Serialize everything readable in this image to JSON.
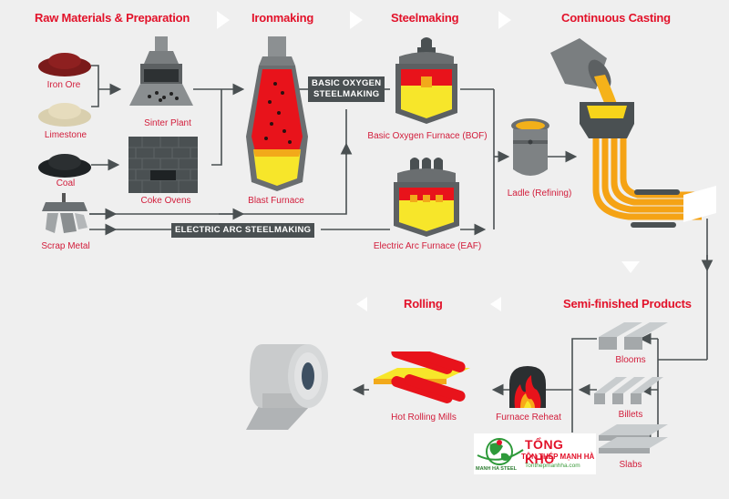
{
  "stages": {
    "raw_materials": "Raw Materials & Preparation",
    "ironmaking": "Ironmaking",
    "steelmaking": "Steelmaking",
    "continuous_casting": "Continuous Casting",
    "semi_finished": "Semi-finished Products",
    "rolling": "Rolling"
  },
  "nodes": {
    "iron_ore": "Iron Ore",
    "limestone": "Limestone",
    "coal": "Coal",
    "scrap_metal": "Scrap Metal",
    "sinter_plant": "Sinter Plant",
    "coke_ovens": "Coke Ovens",
    "blast_furnace": "Blast Furnace",
    "bof": "Basic Oxygen Furnace (BOF)",
    "eaf": "Electric Arc Furnace (EAF)",
    "ladle": "Ladle (Refining)",
    "blooms": "Blooms",
    "billets": "Billets",
    "slabs": "Slabs",
    "furnace_reheat": "Furnace Reheat",
    "hot_rolling_mills": "Hot Rolling Mills"
  },
  "banners": {
    "bos_line1": "BASIC OXYGEN",
    "bos_line2": "STEELMAKING",
    "eas": "ELECTRIC ARC STEELMAKING"
  },
  "watermark": {
    "title": "TỔNG KHO",
    "subtitle": "TÔN THÉP MẠNH HÀ",
    "website": "Tonthepmanhha.com",
    "brand": "MANH HA STEEL"
  },
  "colors": {
    "accent_red": "#e2122a",
    "connector": "#4a5052",
    "background": "#efefef"
  }
}
